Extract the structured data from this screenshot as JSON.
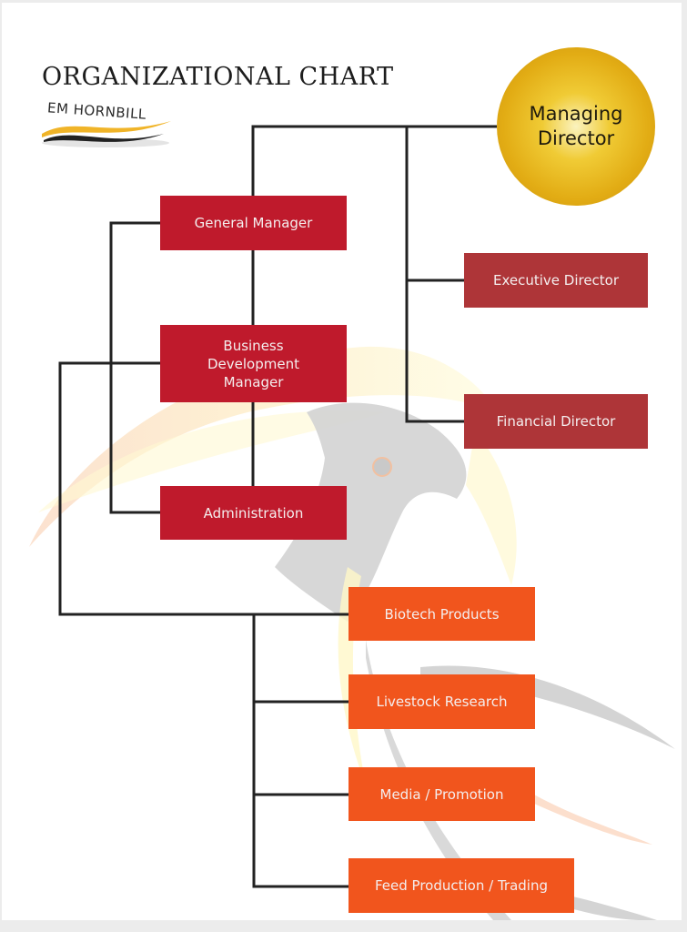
{
  "header": {
    "title": "ORGANIZATIONAL CHART",
    "logo_text": "EM HORNBILL"
  },
  "colors": {
    "executive_red": "#bf1a2c",
    "director_red": "#ae3538",
    "department_orange": "#f1551d",
    "managing_director_gold": "#e2ac14",
    "connector": "#222222"
  },
  "org": {
    "managing_director": {
      "label_line1": "Managing",
      "label_line2": "Director"
    },
    "general_manager": {
      "label": "General Manager"
    },
    "business_development_manager": {
      "label_line1": "Business",
      "label_line2": "Development",
      "label_line3": "Manager"
    },
    "administration": {
      "label": "Administration"
    },
    "executive_director": {
      "label": "Executive Director"
    },
    "financial_director": {
      "label": "Financial Director"
    },
    "departments": [
      {
        "label": "Biotech Products"
      },
      {
        "label": "Livestock Research"
      },
      {
        "label": "Media / Promotion"
      },
      {
        "label": "Feed Production / Trading"
      }
    ]
  }
}
